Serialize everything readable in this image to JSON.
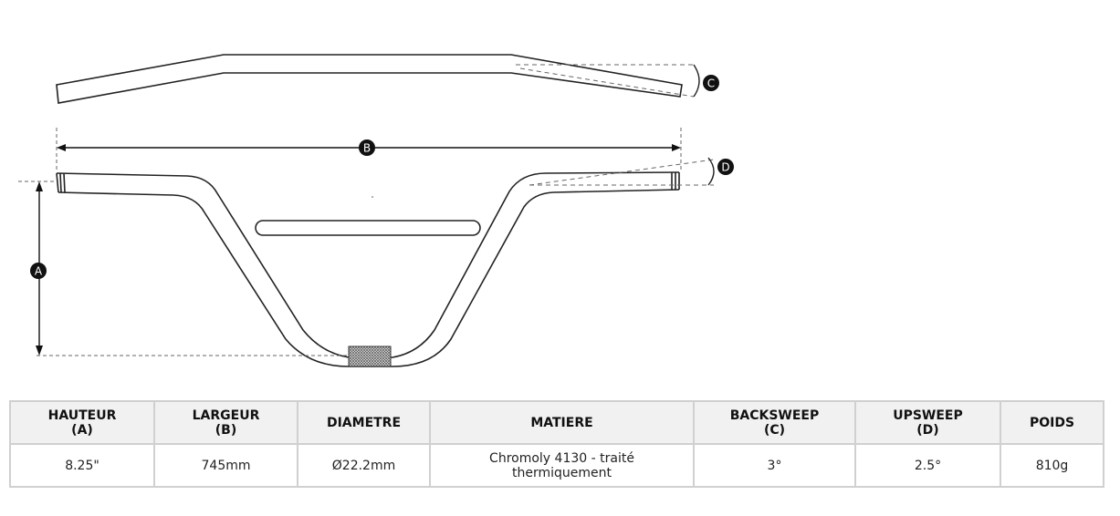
{
  "diagram": {
    "markers": {
      "a": "A",
      "b": "B",
      "c": "C",
      "d": "D"
    }
  },
  "specs": {
    "headers": [
      {
        "l1": "HAUTEUR",
        "l2": "(A)"
      },
      {
        "l1": "LARGEUR",
        "l2": "(B)"
      },
      {
        "l1": "DIAMETRE",
        "l2": ""
      },
      {
        "l1": "MATIERE",
        "l2": ""
      },
      {
        "l1": "BACKSWEEP",
        "l2": "(C)"
      },
      {
        "l1": "UPSWEEP",
        "l2": "(D)"
      },
      {
        "l1": "POIDS",
        "l2": ""
      }
    ],
    "values": [
      {
        "l1": "8.25\"",
        "l2": ""
      },
      {
        "l1": "745mm",
        "l2": ""
      },
      {
        "l1": "Ø22.2mm",
        "l2": ""
      },
      {
        "l1": "Chromoly 4130 - traité",
        "l2": "thermiquement"
      },
      {
        "l1": "3°",
        "l2": ""
      },
      {
        "l1": "2.5°",
        "l2": ""
      },
      {
        "l1": "810g",
        "l2": ""
      }
    ]
  }
}
